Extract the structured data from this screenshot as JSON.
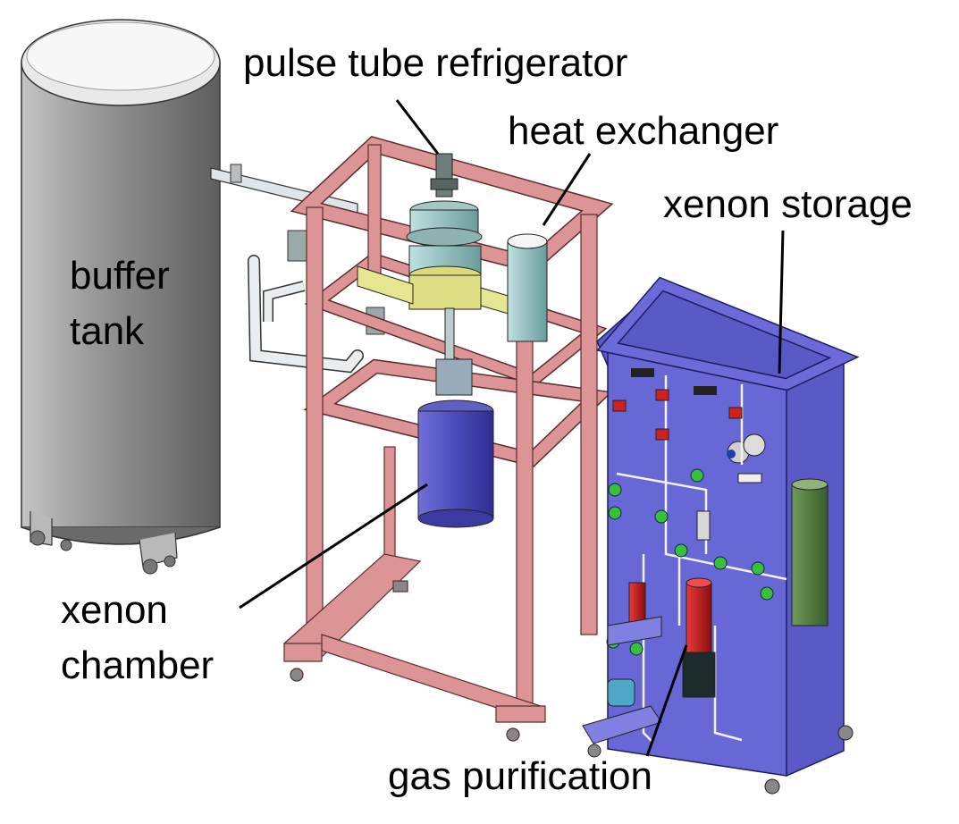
{
  "labels": {
    "pulse_tube": "pulse tube refrigerator",
    "heat_exchanger": "heat exchanger",
    "xenon_storage": "xenon storage",
    "buffer_tank_line1": "buffer",
    "buffer_tank_line2": "tank",
    "xenon_chamber_line1": "xenon",
    "xenon_chamber_line2": "chamber",
    "gas_purification": "gas purification"
  },
  "colors": {
    "buffer_tank": "#8c8c8c",
    "frame": "#d98e8e",
    "heat_exchanger": "#dada7a",
    "chamber": "#4848b8",
    "storage_panel": "#6464d0",
    "purifier": "#c81818",
    "valves": "#38b838",
    "leader_lines": "#000000"
  }
}
